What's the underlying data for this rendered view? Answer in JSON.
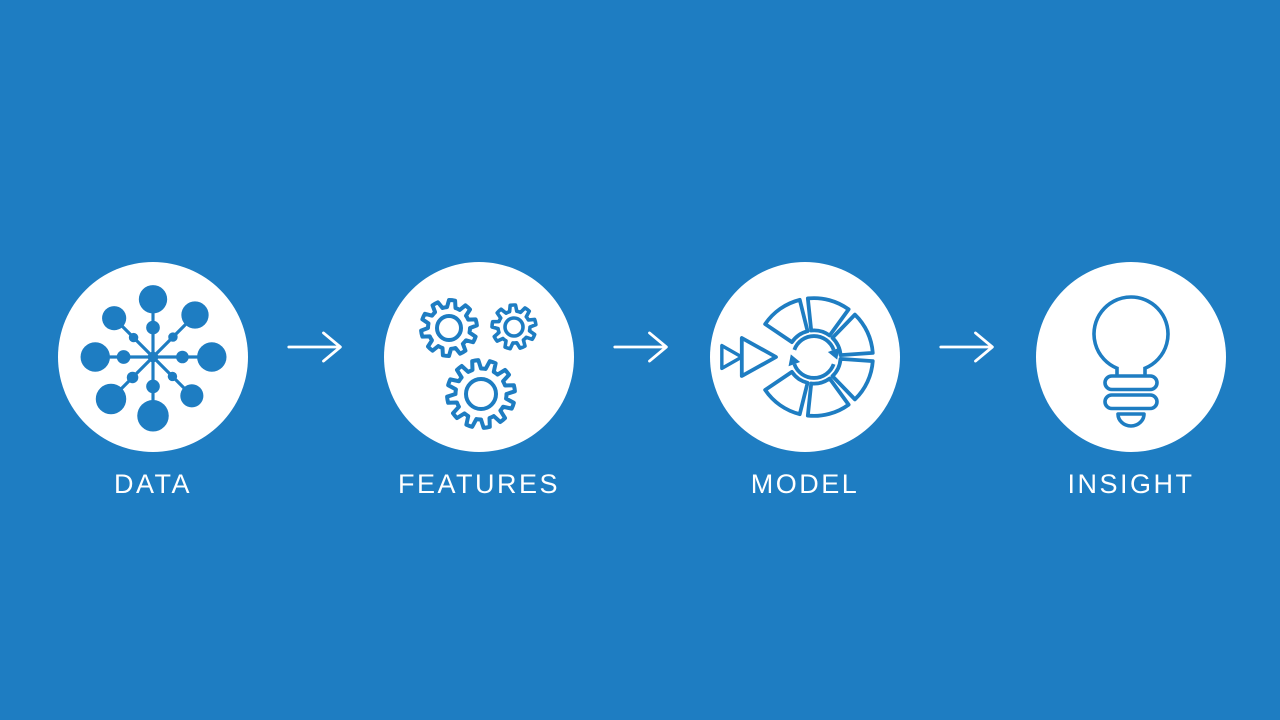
{
  "slide": {
    "background_color": "#1E7DC2",
    "accent_color": "#1E7DC2",
    "circle_color": "#FFFFFF",
    "text_color": "#FFFFFF",
    "steps": [
      {
        "label": "DATA",
        "icon": "data-network-icon"
      },
      {
        "label": "FEATURES",
        "icon": "gears-icon"
      },
      {
        "label": "MODEL",
        "icon": "model-cycle-icon"
      },
      {
        "label": "INSIGHT",
        "icon": "lightbulb-icon"
      }
    ],
    "connector": {
      "icon": "right-arrow-icon"
    }
  }
}
